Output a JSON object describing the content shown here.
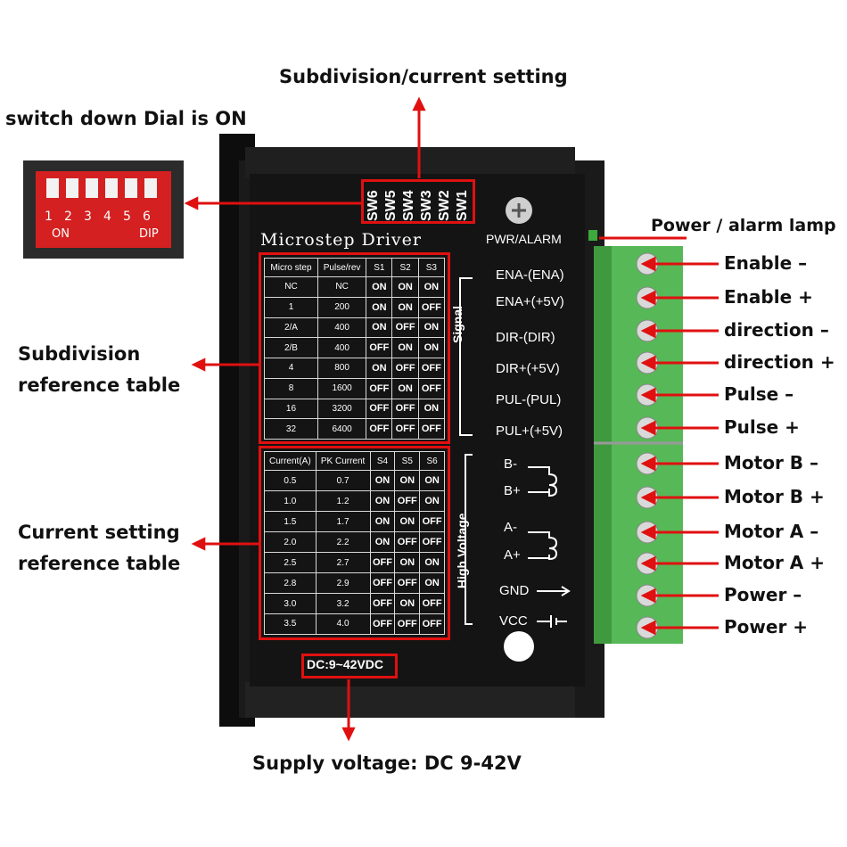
{
  "callouts": {
    "top": "Subdivision/current setting",
    "dip": "switch down Dial is ON",
    "sub_ref": [
      "Subdivision",
      "reference table"
    ],
    "cur_ref": [
      "Current setting",
      "reference table"
    ],
    "supply": "Supply voltage: DC 9-42V",
    "lamp": "Power / alarm  lamp"
  },
  "dip_switch": {
    "numbers": [
      "1",
      "2",
      "3",
      "4",
      "5",
      "6"
    ],
    "on_label": "ON",
    "dip_label": "DIP"
  },
  "driver": {
    "title": "Microstep Driver",
    "pwr_label": "PWR/ALARM",
    "sw_labels": [
      "SW6",
      "SW5",
      "SW4",
      "SW3",
      "SW2",
      "SW1"
    ],
    "dc_label": "DC:9~42VDC",
    "signal_label": "Signal",
    "high_voltage_label": "High Voltage",
    "signal_pins": [
      "ENA-(ENA)",
      "ENA+(+5V)",
      "DIR-(DIR)",
      "DIR+(+5V)",
      "PUL-(PUL)",
      "PUL+(+5V)"
    ],
    "hv_pins": [
      "B-",
      "B+",
      "A-",
      "A+",
      "GND",
      "VCC"
    ],
    "subdivision_table": {
      "headers": [
        "Micro step",
        "Pulse/rev",
        "S1",
        "S2",
        "S3"
      ],
      "rows": [
        [
          "NC",
          "NC",
          "ON",
          "ON",
          "ON"
        ],
        [
          "1",
          "200",
          "ON",
          "ON",
          "OFF"
        ],
        [
          "2/A",
          "400",
          "ON",
          "OFF",
          "ON"
        ],
        [
          "2/B",
          "400",
          "OFF",
          "ON",
          "ON"
        ],
        [
          "4",
          "800",
          "ON",
          "OFF",
          "OFF"
        ],
        [
          "8",
          "1600",
          "OFF",
          "ON",
          "OFF"
        ],
        [
          "16",
          "3200",
          "OFF",
          "OFF",
          "ON"
        ],
        [
          "32",
          "6400",
          "OFF",
          "OFF",
          "OFF"
        ]
      ]
    },
    "current_table": {
      "headers": [
        "Current(A)",
        "PK Current",
        "S4",
        "S5",
        "S6"
      ],
      "rows": [
        [
          "0.5",
          "0.7",
          "ON",
          "ON",
          "ON"
        ],
        [
          "1.0",
          "1.2",
          "ON",
          "OFF",
          "ON"
        ],
        [
          "1.5",
          "1.7",
          "ON",
          "ON",
          "OFF"
        ],
        [
          "2.0",
          "2.2",
          "ON",
          "OFF",
          "OFF"
        ],
        [
          "2.5",
          "2.7",
          "OFF",
          "ON",
          "ON"
        ],
        [
          "2.8",
          "2.9",
          "OFF",
          "OFF",
          "ON"
        ],
        [
          "3.0",
          "3.2",
          "OFF",
          "ON",
          "OFF"
        ],
        [
          "3.5",
          "4.0",
          "OFF",
          "OFF",
          "OFF"
        ]
      ]
    }
  },
  "terminals": [
    "Enable –",
    "Enable +",
    "direction –",
    "direction +",
    "Pulse –",
    "Pulse +",
    "Motor B –",
    "Motor B +",
    "Motor A –",
    "Motor A +",
    "Power –",
    "Power +"
  ],
  "colors": {
    "arrow": "#e01010",
    "terminal": "#5cb85c",
    "driver_body": "#141414"
  }
}
